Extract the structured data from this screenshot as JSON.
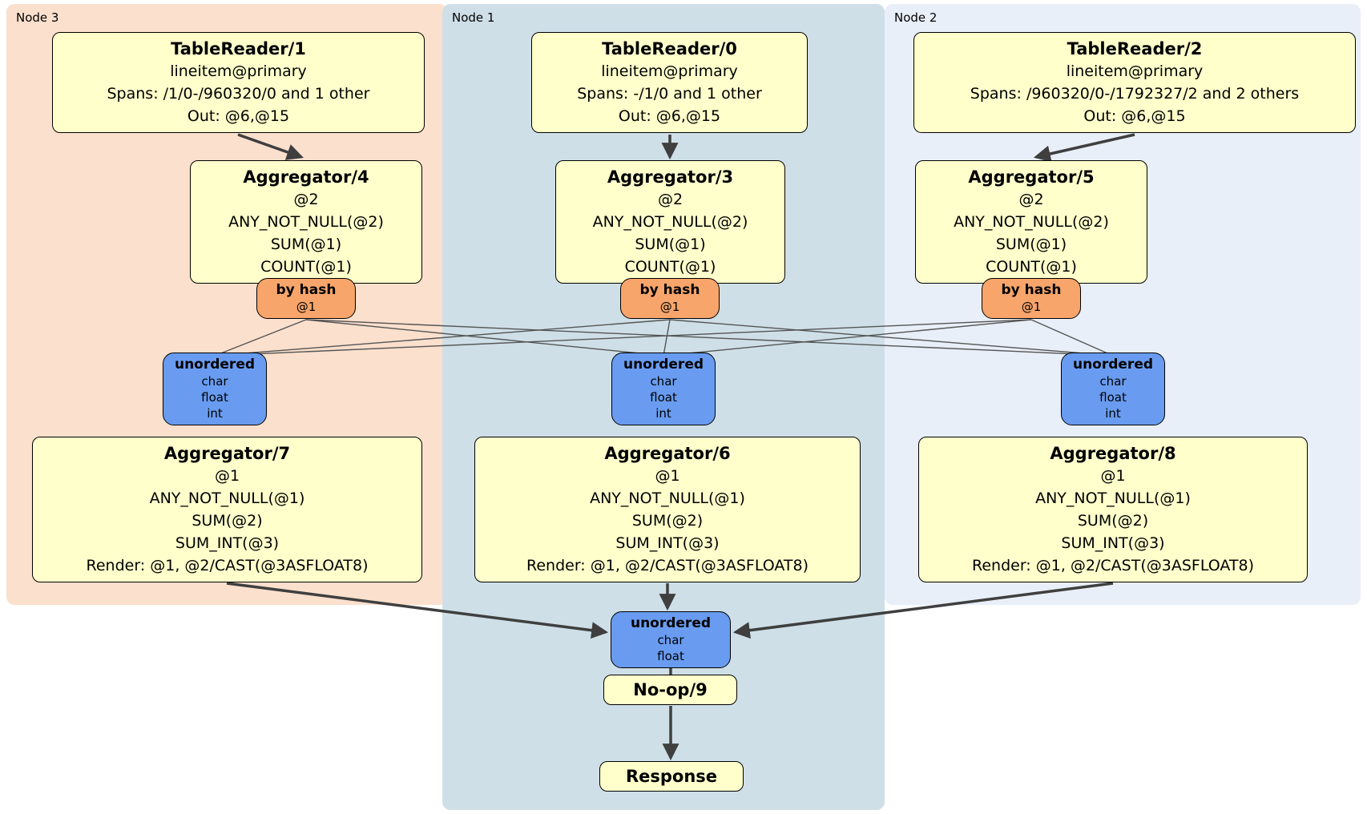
{
  "nodes": [
    {
      "label": "Node 3",
      "table_reader": {
        "title": "TableReader/1",
        "line1": "lineitem@primary",
        "line2": "Spans: /1/0-/960320/0 and 1 other",
        "line3": "Out: @6,@15"
      },
      "aggregator_top": {
        "title": "Aggregator/4",
        "line1": "@2",
        "line2": "ANY_NOT_NULL(@2)",
        "line3": "SUM(@1)",
        "line4": "COUNT(@1)"
      },
      "hash_router": {
        "title": "by hash",
        "line1": "@1"
      },
      "sync": {
        "title": "unordered",
        "line1": "char",
        "line2": "float",
        "line3": "int"
      },
      "aggregator_bottom": {
        "title": "Aggregator/7",
        "line1": "@1",
        "line2": "ANY_NOT_NULL(@1)",
        "line3": "SUM(@2)",
        "line4": "SUM_INT(@3)",
        "line5": "Render: @1, @2/CAST(@3ASFLOAT8)"
      }
    },
    {
      "label": "Node 1",
      "table_reader": {
        "title": "TableReader/0",
        "line1": "lineitem@primary",
        "line2": "Spans: -/1/0 and 1 other",
        "line3": "Out: @6,@15"
      },
      "aggregator_top": {
        "title": "Aggregator/3",
        "line1": "@2",
        "line2": "ANY_NOT_NULL(@2)",
        "line3": "SUM(@1)",
        "line4": "COUNT(@1)"
      },
      "hash_router": {
        "title": "by hash",
        "line1": "@1"
      },
      "sync": {
        "title": "unordered",
        "line1": "char",
        "line2": "float",
        "line3": "int"
      },
      "aggregator_bottom": {
        "title": "Aggregator/6",
        "line1": "@1",
        "line2": "ANY_NOT_NULL(@1)",
        "line3": "SUM(@2)",
        "line4": "SUM_INT(@3)",
        "line5": "Render: @1, @2/CAST(@3ASFLOAT8)"
      }
    },
    {
      "label": "Node 2",
      "table_reader": {
        "title": "TableReader/2",
        "line1": "lineitem@primary",
        "line2": "Spans: /960320/0-/1792327/2 and 2 others",
        "line3": "Out: @6,@15"
      },
      "aggregator_top": {
        "title": "Aggregator/5",
        "line1": "@2",
        "line2": "ANY_NOT_NULL(@2)",
        "line3": "SUM(@1)",
        "line4": "COUNT(@1)"
      },
      "hash_router": {
        "title": "by hash",
        "line1": "@1"
      },
      "sync": {
        "title": "unordered",
        "line1": "char",
        "line2": "float",
        "line3": "int"
      },
      "aggregator_bottom": {
        "title": "Aggregator/8",
        "line1": "@1",
        "line2": "ANY_NOT_NULL(@1)",
        "line3": "SUM(@2)",
        "line4": "SUM_INT(@3)",
        "line5": "Render: @1, @2/CAST(@3ASFLOAT8)"
      }
    }
  ],
  "final": {
    "sync": {
      "title": "unordered",
      "line1": "char",
      "line2": "float"
    },
    "noop_title": "No-op/9",
    "response_title": "Response"
  },
  "colors": {
    "node3_region_bg": "#fbe0cd",
    "node1_region_bg": "#cfdfe8",
    "node2_region_bg": "#e8eff8",
    "processor_box_bg": "#ffffcc",
    "hash_router_bg": "#f7a56b",
    "sync_bg": "#699cf0",
    "edge": "#3f3f3f"
  }
}
